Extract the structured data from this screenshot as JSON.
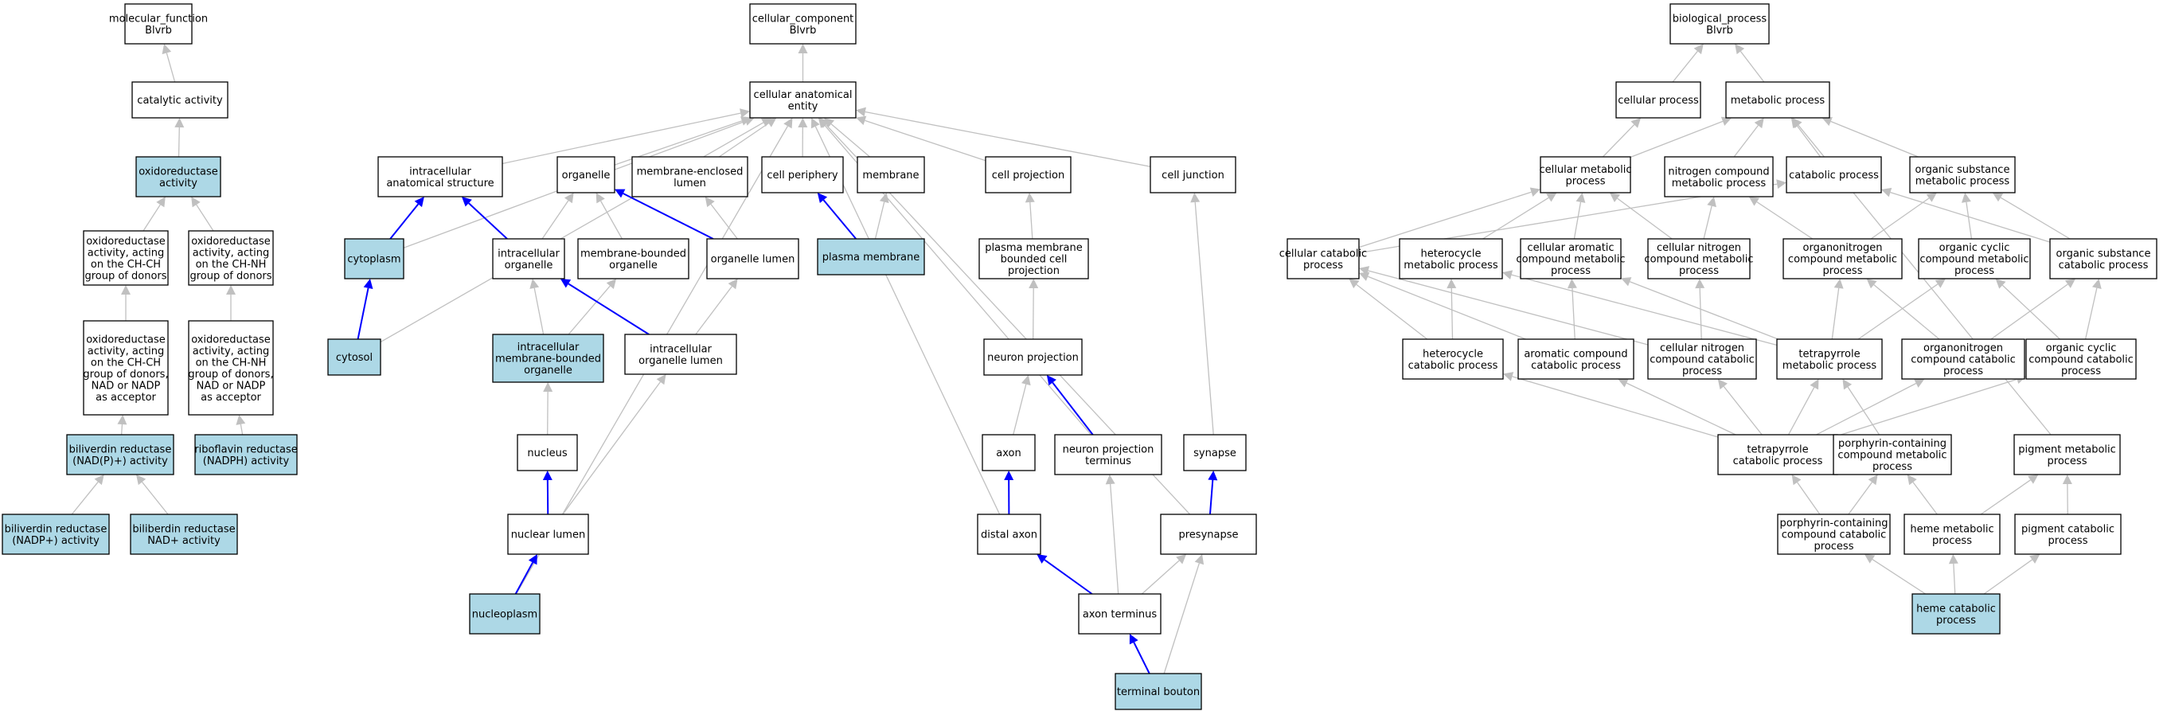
{
  "colors": {
    "highlight_fill": "#add8e6",
    "default_fill": "#ffffff",
    "edge_gray": "#c0c0c0",
    "edge_blue": "#0000ff"
  },
  "nodes": [
    {
      "id": "mf",
      "lines": [
        "molecular_function",
        "Blvrb"
      ],
      "hl": false
    },
    {
      "id": "catalytic",
      "lines": [
        "catalytic activity"
      ],
      "hl": false
    },
    {
      "id": "oxidoreductase",
      "lines": [
        "oxidoreductase",
        "activity"
      ],
      "hl": true
    },
    {
      "id": "ox_chch",
      "lines": [
        "oxidoreductase",
        "activity, acting",
        "on the CH-CH",
        "group of donors"
      ],
      "hl": false
    },
    {
      "id": "ox_chnh",
      "lines": [
        "oxidoreductase",
        "activity, acting",
        "on the CH-NH",
        "group of donors"
      ],
      "hl": false
    },
    {
      "id": "ox_chch_nad",
      "lines": [
        "oxidoreductase",
        "activity, acting",
        "on the CH-CH",
        "group of donors,",
        "NAD or NADP",
        "as acceptor"
      ],
      "hl": false
    },
    {
      "id": "ox_chnh_nad",
      "lines": [
        "oxidoreductase",
        "activity, acting",
        "on the CH-NH",
        "group of donors,",
        "NAD or NADP",
        "as acceptor"
      ],
      "hl": false
    },
    {
      "id": "bvr",
      "lines": [
        "biliverdin reductase",
        "(NAD(P)+) activity"
      ],
      "hl": true
    },
    {
      "id": "riboflavin",
      "lines": [
        "riboflavin reductase",
        "(NADPH) activity"
      ],
      "hl": true
    },
    {
      "id": "bvr_nadp",
      "lines": [
        "biliverdin reductase",
        "(NADP+) activity"
      ],
      "hl": true
    },
    {
      "id": "bvr_nad",
      "lines": [
        "biliberdin reductase",
        "NAD+ activity"
      ],
      "hl": true
    },
    {
      "id": "cc",
      "lines": [
        "cellular_component",
        "Blvrb"
      ],
      "hl": false
    },
    {
      "id": "cae",
      "lines": [
        "cellular anatomical",
        "entity"
      ],
      "hl": false
    },
    {
      "id": "ias",
      "lines": [
        "intracellular",
        "anatomical structure"
      ],
      "hl": false
    },
    {
      "id": "organelle",
      "lines": [
        "organelle"
      ],
      "hl": false
    },
    {
      "id": "mel",
      "lines": [
        "membrane-enclosed",
        "lumen"
      ],
      "hl": false
    },
    {
      "id": "cperiph",
      "lines": [
        "cell periphery"
      ],
      "hl": false
    },
    {
      "id": "membrane",
      "lines": [
        "membrane"
      ],
      "hl": false
    },
    {
      "id": "cproj",
      "lines": [
        "cell projection"
      ],
      "hl": false
    },
    {
      "id": "cjunc",
      "lines": [
        "cell junction"
      ],
      "hl": false
    },
    {
      "id": "cytoplasm",
      "lines": [
        "cytoplasm"
      ],
      "hl": true
    },
    {
      "id": "io",
      "lines": [
        "intracellular",
        "organelle"
      ],
      "hl": false
    },
    {
      "id": "mbo",
      "lines": [
        "membrane-bounded",
        "organelle"
      ],
      "hl": false
    },
    {
      "id": "olumen",
      "lines": [
        "organelle lumen"
      ],
      "hl": false
    },
    {
      "id": "pm",
      "lines": [
        "plasma membrane"
      ],
      "hl": true
    },
    {
      "id": "pmbcp",
      "lines": [
        "plasma membrane",
        "bounded cell",
        "projection"
      ],
      "hl": false
    },
    {
      "id": "cytosol",
      "lines": [
        "cytosol"
      ],
      "hl": true
    },
    {
      "id": "imbo",
      "lines": [
        "intracellular",
        "membrane-bounded",
        "organelle"
      ],
      "hl": true
    },
    {
      "id": "iol",
      "lines": [
        "intracellular",
        "organelle lumen"
      ],
      "hl": false
    },
    {
      "id": "nproj",
      "lines": [
        "neuron projection"
      ],
      "hl": false
    },
    {
      "id": "nucleus",
      "lines": [
        "nucleus"
      ],
      "hl": false
    },
    {
      "id": "axon",
      "lines": [
        "axon"
      ],
      "hl": false
    },
    {
      "id": "npt",
      "lines": [
        "neuron projection",
        "terminus"
      ],
      "hl": false
    },
    {
      "id": "synapse",
      "lines": [
        "synapse"
      ],
      "hl": false
    },
    {
      "id": "nlumen",
      "lines": [
        "nuclear lumen"
      ],
      "hl": false
    },
    {
      "id": "daxon",
      "lines": [
        "distal axon"
      ],
      "hl": false
    },
    {
      "id": "presyn",
      "lines": [
        "presynapse"
      ],
      "hl": false
    },
    {
      "id": "nucleoplasm",
      "lines": [
        "nucleoplasm"
      ],
      "hl": true
    },
    {
      "id": "aterm",
      "lines": [
        "axon terminus"
      ],
      "hl": false
    },
    {
      "id": "tbouton",
      "lines": [
        "terminal bouton"
      ],
      "hl": true
    },
    {
      "id": "bp",
      "lines": [
        "biological_process",
        "Blvrb"
      ],
      "hl": false
    },
    {
      "id": "cellproc",
      "lines": [
        "cellular process"
      ],
      "hl": false
    },
    {
      "id": "metproc",
      "lines": [
        "metabolic process"
      ],
      "hl": false
    },
    {
      "id": "cmp",
      "lines": [
        "cellular metabolic",
        "process"
      ],
      "hl": false
    },
    {
      "id": "ncmp",
      "lines": [
        "nitrogen compound",
        "metabolic process"
      ],
      "hl": false
    },
    {
      "id": "catproc",
      "lines": [
        "catabolic process"
      ],
      "hl": false
    },
    {
      "id": "osmp",
      "lines": [
        "organic substance",
        "metabolic process"
      ],
      "hl": false
    },
    {
      "id": "ccp",
      "lines": [
        "cellular catabolic",
        "process"
      ],
      "hl": false
    },
    {
      "id": "hmp",
      "lines": [
        "heterocycle",
        "metabolic process"
      ],
      "hl": false
    },
    {
      "id": "cacmp",
      "lines": [
        "cellular aromatic",
        "compound metabolic",
        "process"
      ],
      "hl": false
    },
    {
      "id": "cncmp",
      "lines": [
        "cellular nitrogen",
        "compound metabolic",
        "process"
      ],
      "hl": false
    },
    {
      "id": "oncmp",
      "lines": [
        "organonitrogen",
        "compound metabolic",
        "process"
      ],
      "hl": false
    },
    {
      "id": "occmp",
      "lines": [
        "organic cyclic",
        "compound metabolic",
        "process"
      ],
      "hl": false
    },
    {
      "id": "oscp",
      "lines": [
        "organic substance",
        "catabolic process"
      ],
      "hl": false
    },
    {
      "id": "hcp",
      "lines": [
        "heterocycle",
        "catabolic process"
      ],
      "hl": false
    },
    {
      "id": "accp",
      "lines": [
        "aromatic compound",
        "catabolic process"
      ],
      "hl": false
    },
    {
      "id": "cnccp",
      "lines": [
        "cellular nitrogen",
        "compound catabolic",
        "process"
      ],
      "hl": false
    },
    {
      "id": "tmp",
      "lines": [
        "tetrapyrrole",
        "metabolic process"
      ],
      "hl": false
    },
    {
      "id": "onccp",
      "lines": [
        "organonitrogen",
        "compound catabolic",
        "process"
      ],
      "hl": false
    },
    {
      "id": "occcp",
      "lines": [
        "organic cyclic",
        "compound catabolic",
        "process"
      ],
      "hl": false
    },
    {
      "id": "tcp",
      "lines": [
        "tetrapyrrole",
        "catabolic process"
      ],
      "hl": false
    },
    {
      "id": "pccmp",
      "lines": [
        "porphyrin-containing",
        "compound metabolic",
        "process"
      ],
      "hl": false
    },
    {
      "id": "pigmp",
      "lines": [
        "pigment metabolic",
        "process"
      ],
      "hl": false
    },
    {
      "id": "pcccp",
      "lines": [
        "porphyrin-containing",
        "compound catabolic",
        "process"
      ],
      "hl": false
    },
    {
      "id": "hemmp",
      "lines": [
        "heme metabolic",
        "process"
      ],
      "hl": false
    },
    {
      "id": "pigcp",
      "lines": [
        "pigment catabolic",
        "process"
      ],
      "hl": false
    },
    {
      "id": "hemcp",
      "lines": [
        "heme catabolic",
        "process"
      ],
      "hl": true
    }
  ],
  "edges": [
    {
      "from": "catalytic",
      "to": "mf",
      "blue": false
    },
    {
      "from": "oxidoreductase",
      "to": "catalytic",
      "blue": false
    },
    {
      "from": "ox_chch",
      "to": "oxidoreductase",
      "blue": false
    },
    {
      "from": "ox_chnh",
      "to": "oxidoreductase",
      "blue": false
    },
    {
      "from": "ox_chch_nad",
      "to": "ox_chch",
      "blue": false
    },
    {
      "from": "ox_chnh_nad",
      "to": "ox_chnh",
      "blue": false
    },
    {
      "from": "bvr",
      "to": "ox_chch_nad",
      "blue": false
    },
    {
      "from": "riboflavin",
      "to": "ox_chnh_nad",
      "blue": false
    },
    {
      "from": "bvr_nadp",
      "to": "bvr",
      "blue": false
    },
    {
      "from": "bvr_nad",
      "to": "bvr",
      "blue": false
    },
    {
      "from": "cae",
      "to": "cc",
      "blue": false
    },
    {
      "from": "ias",
      "to": "cae",
      "blue": false
    },
    {
      "from": "organelle",
      "to": "cae",
      "blue": false
    },
    {
      "from": "mel",
      "to": "cae",
      "blue": false
    },
    {
      "from": "cperiph",
      "to": "cae",
      "blue": false
    },
    {
      "from": "membrane",
      "to": "cae",
      "blue": false
    },
    {
      "from": "cproj",
      "to": "cae",
      "blue": false
    },
    {
      "from": "cjunc",
      "to": "cae",
      "blue": false
    },
    {
      "from": "cytoplasm",
      "to": "cae",
      "blue": false
    },
    {
      "from": "cytosol",
      "to": "cae",
      "blue": false
    },
    {
      "from": "nucleoplasm",
      "to": "cae",
      "blue": false
    },
    {
      "from": "daxon",
      "to": "cae",
      "blue": false
    },
    {
      "from": "npt",
      "to": "cae",
      "blue": false
    },
    {
      "from": "presyn",
      "to": "cae",
      "blue": false
    },
    {
      "from": "cytoplasm",
      "to": "ias",
      "blue": true
    },
    {
      "from": "io",
      "to": "ias",
      "blue": true
    },
    {
      "from": "io",
      "to": "organelle",
      "blue": false
    },
    {
      "from": "mbo",
      "to": "organelle",
      "blue": false
    },
    {
      "from": "olumen",
      "to": "organelle",
      "blue": true
    },
    {
      "from": "olumen",
      "to": "mel",
      "blue": false
    },
    {
      "from": "pm",
      "to": "cperiph",
      "blue": true
    },
    {
      "from": "pm",
      "to": "membrane",
      "blue": false
    },
    {
      "from": "pmbcp",
      "to": "cproj",
      "blue": false
    },
    {
      "from": "cytosol",
      "to": "cytoplasm",
      "blue": true
    },
    {
      "from": "imbo",
      "to": "io",
      "blue": false
    },
    {
      "from": "imbo",
      "to": "mbo",
      "blue": false
    },
    {
      "from": "iol",
      "to": "io",
      "blue": true
    },
    {
      "from": "iol",
      "to": "olumen",
      "blue": false
    },
    {
      "from": "nproj",
      "to": "pmbcp",
      "blue": false
    },
    {
      "from": "nucleus",
      "to": "imbo",
      "blue": false
    },
    {
      "from": "nlumen",
      "to": "nucleus",
      "blue": true
    },
    {
      "from": "nlumen",
      "to": "iol",
      "blue": false
    },
    {
      "from": "nucleoplasm",
      "to": "nlumen",
      "blue": true
    },
    {
      "from": "axon",
      "to": "nproj",
      "blue": false
    },
    {
      "from": "npt",
      "to": "nproj",
      "blue": true
    },
    {
      "from": "daxon",
      "to": "axon",
      "blue": true
    },
    {
      "from": "aterm",
      "to": "daxon",
      "blue": true
    },
    {
      "from": "aterm",
      "to": "npt",
      "blue": false
    },
    {
      "from": "aterm",
      "to": "presyn",
      "blue": false
    },
    {
      "from": "synapse",
      "to": "cjunc",
      "blue": false
    },
    {
      "from": "presyn",
      "to": "synapse",
      "blue": true
    },
    {
      "from": "tbouton",
      "to": "aterm",
      "blue": true
    },
    {
      "from": "tbouton",
      "to": "presyn",
      "blue": false
    },
    {
      "from": "cellproc",
      "to": "bp",
      "blue": false
    },
    {
      "from": "metproc",
      "to": "bp",
      "blue": false
    },
    {
      "from": "cmp",
      "to": "cellproc",
      "blue": false
    },
    {
      "from": "cmp",
      "to": "metproc",
      "blue": false
    },
    {
      "from": "ncmp",
      "to": "metproc",
      "blue": false
    },
    {
      "from": "catproc",
      "to": "metproc",
      "blue": false
    },
    {
      "from": "osmp",
      "to": "metproc",
      "blue": false
    },
    {
      "from": "pigmp",
      "to": "metproc",
      "blue": false
    },
    {
      "from": "ccp",
      "to": "cmp",
      "blue": false
    },
    {
      "from": "ccp",
      "to": "catproc",
      "blue": false
    },
    {
      "from": "hmp",
      "to": "cmp",
      "blue": false
    },
    {
      "from": "cacmp",
      "to": "cmp",
      "blue": false
    },
    {
      "from": "cncmp",
      "to": "cmp",
      "blue": false
    },
    {
      "from": "cncmp",
      "to": "ncmp",
      "blue": false
    },
    {
      "from": "oncmp",
      "to": "ncmp",
      "blue": false
    },
    {
      "from": "oncmp",
      "to": "osmp",
      "blue": false
    },
    {
      "from": "occmp",
      "to": "osmp",
      "blue": false
    },
    {
      "from": "oscp",
      "to": "osmp",
      "blue": false
    },
    {
      "from": "oscp",
      "to": "catproc",
      "blue": false
    },
    {
      "from": "hcp",
      "to": "hmp",
      "blue": false
    },
    {
      "from": "hcp",
      "to": "ccp",
      "blue": false
    },
    {
      "from": "accp",
      "to": "cacmp",
      "blue": false
    },
    {
      "from": "accp",
      "to": "ccp",
      "blue": false
    },
    {
      "from": "cnccp",
      "to": "cncmp",
      "blue": false
    },
    {
      "from": "cnccp",
      "to": "ccp",
      "blue": false
    },
    {
      "from": "tmp",
      "to": "hmp",
      "blue": false
    },
    {
      "from": "tmp",
      "to": "oncmp",
      "blue": false
    },
    {
      "from": "tmp",
      "to": "cacmp",
      "blue": false
    },
    {
      "from": "tmp",
      "to": "occmp",
      "blue": false
    },
    {
      "from": "onccp",
      "to": "oncmp",
      "blue": false
    },
    {
      "from": "onccp",
      "to": "oscp",
      "blue": false
    },
    {
      "from": "occcp",
      "to": "occmp",
      "blue": false
    },
    {
      "from": "occcp",
      "to": "oscp",
      "blue": false
    },
    {
      "from": "tcp",
      "to": "hcp",
      "blue": false
    },
    {
      "from": "tcp",
      "to": "accp",
      "blue": false
    },
    {
      "from": "tcp",
      "to": "cnccp",
      "blue": false
    },
    {
      "from": "tcp",
      "to": "tmp",
      "blue": false
    },
    {
      "from": "tcp",
      "to": "onccp",
      "blue": false
    },
    {
      "from": "tcp",
      "to": "occcp",
      "blue": false
    },
    {
      "from": "pccmp",
      "to": "tmp",
      "blue": false
    },
    {
      "from": "pcccp",
      "to": "tcp",
      "blue": false
    },
    {
      "from": "pcccp",
      "to": "pccmp",
      "blue": false
    },
    {
      "from": "hemmp",
      "to": "pccmp",
      "blue": false
    },
    {
      "from": "hemmp",
      "to": "pigmp",
      "blue": false
    },
    {
      "from": "pigcp",
      "to": "pigmp",
      "blue": false
    },
    {
      "from": "hemcp",
      "to": "pcccp",
      "blue": false
    },
    {
      "from": "hemcp",
      "to": "hemmp",
      "blue": false
    },
    {
      "from": "hemcp",
      "to": "pigcp",
      "blue": false
    }
  ]
}
